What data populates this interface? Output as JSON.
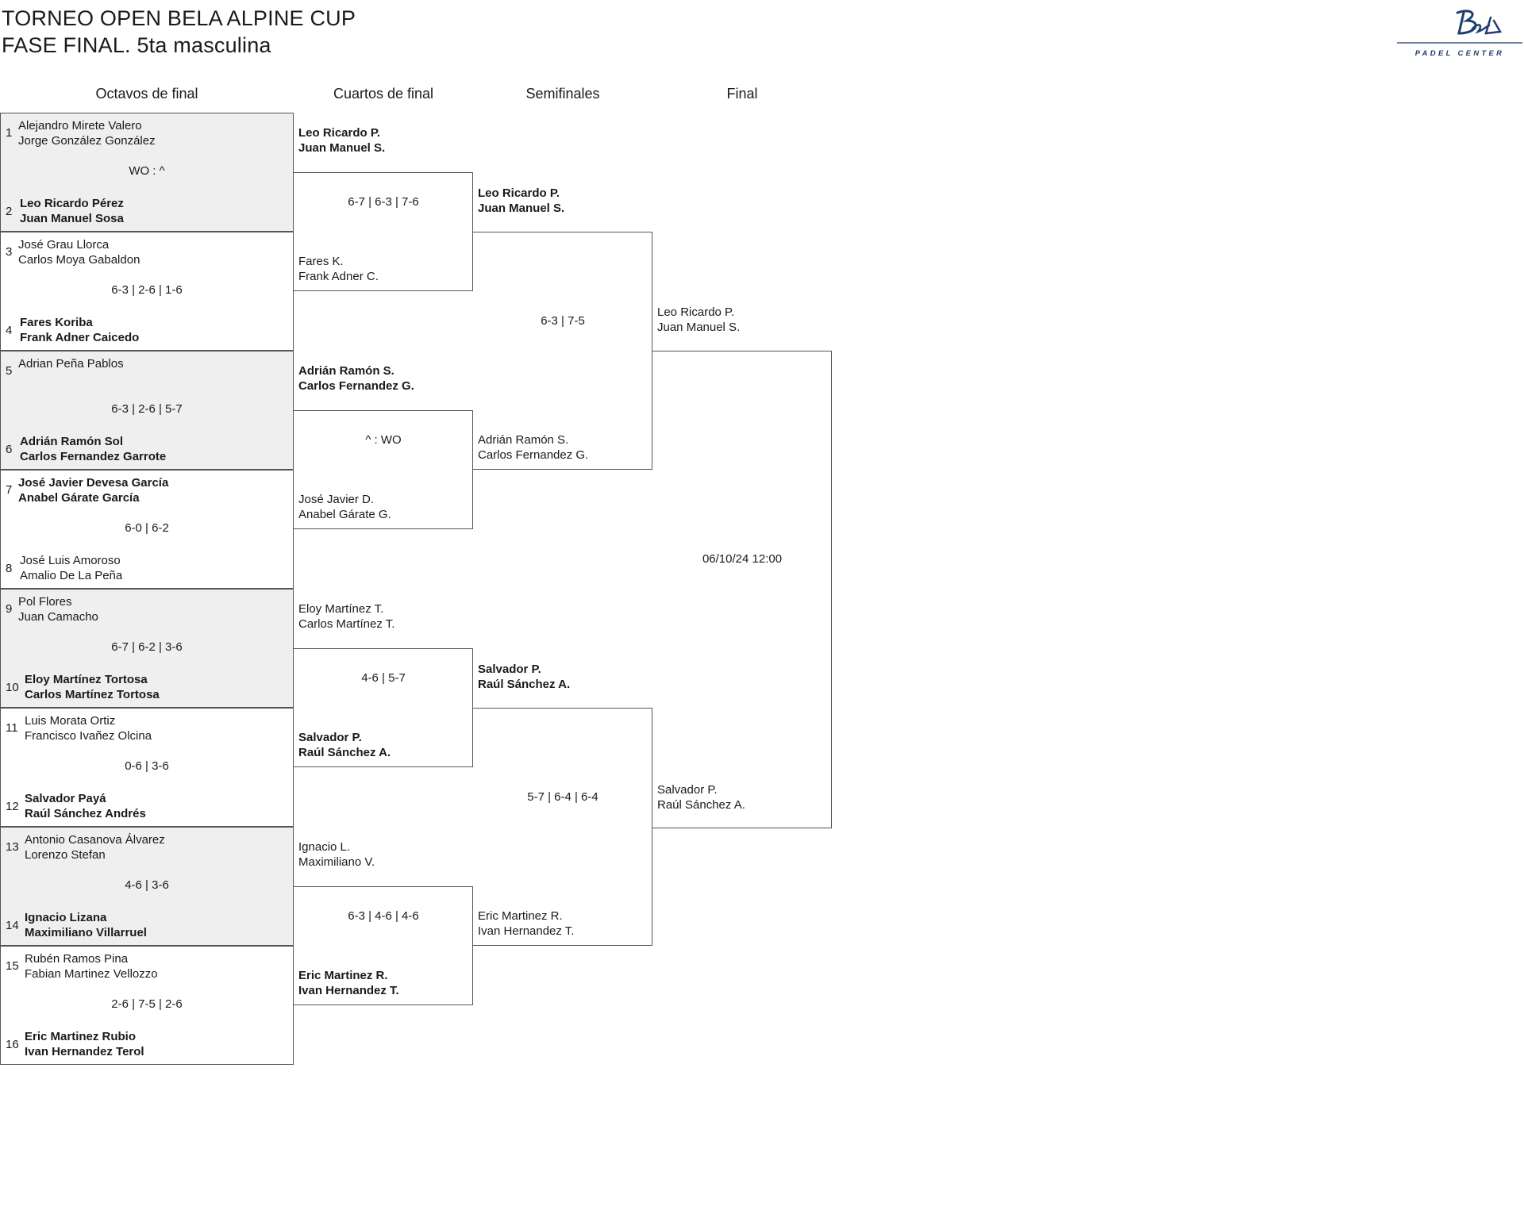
{
  "header": {
    "title_line1": "TORNEO OPEN BELA ALPINE CUP",
    "title_line2": "FASE FINAL. 5ta masculina",
    "logo_text": "PADEL CENTER",
    "logo_signature": "Bela"
  },
  "rounds": [
    "Octavos de final",
    "Cuartos de final",
    "Semifinales",
    "Final"
  ],
  "round_of_16": [
    {
      "top": {
        "seed": "1",
        "p1": "Alejandro Mirete Valero",
        "p2": "Jorge González González",
        "winner": false
      },
      "bottom": {
        "seed": "2",
        "p1": "Leo Ricardo Pérez",
        "p2": "Juan Manuel Sosa",
        "winner": true
      },
      "score": "WO : ^"
    },
    {
      "top": {
        "seed": "3",
        "p1": "José Grau Llorca",
        "p2": "Carlos Moya Gabaldon",
        "winner": false
      },
      "bottom": {
        "seed": "4",
        "p1": "Fares Koriba",
        "p2": "Frank Adner Caicedo",
        "winner": true
      },
      "score": "6-3 | 2-6 | 1-6"
    },
    {
      "top": {
        "seed": "5",
        "p1": "Adrian Peña Pablos",
        "p2": "",
        "winner": false
      },
      "bottom": {
        "seed": "6",
        "p1": "Adrián Ramón Sol",
        "p2": "Carlos Fernandez Garrote",
        "winner": true
      },
      "score": "6-3 | 2-6 | 5-7"
    },
    {
      "top": {
        "seed": "7",
        "p1": "José Javier Devesa García",
        "p2": "Anabel Gárate García",
        "winner": true
      },
      "bottom": {
        "seed": "8",
        "p1": "José Luis Amoroso",
        "p2": "Amalio De La Peña",
        "winner": false
      },
      "score": "6-0 | 6-2"
    },
    {
      "top": {
        "seed": "9",
        "p1": "Pol Flores",
        "p2": "Juan Camacho",
        "winner": false
      },
      "bottom": {
        "seed": "10",
        "p1": "Eloy Martínez Tortosa",
        "p2": "Carlos Martínez Tortosa",
        "winner": true
      },
      "score": "6-7 | 6-2 | 3-6"
    },
    {
      "top": {
        "seed": "11",
        "p1": "Luis Morata Ortiz",
        "p2": "Francisco Ivañez Olcina",
        "winner": false
      },
      "bottom": {
        "seed": "12",
        "p1": "Salvador Payá",
        "p2": "Raúl Sánchez Andrés",
        "winner": true
      },
      "score": "0-6 | 3-6"
    },
    {
      "top": {
        "seed": "13",
        "p1": "Antonio Casanova Álvarez",
        "p2": "Lorenzo Stefan",
        "winner": false
      },
      "bottom": {
        "seed": "14",
        "p1": "Ignacio Lizana",
        "p2": "Maximiliano Villarruel",
        "winner": true
      },
      "score": "4-6 | 3-6"
    },
    {
      "top": {
        "seed": "15",
        "p1": "Rubén Ramos Pina",
        "p2": "Fabian Martinez Vellozzo",
        "winner": false
      },
      "bottom": {
        "seed": "16",
        "p1": "Eric Martinez Rubio",
        "p2": "Ivan Hernandez Terol",
        "winner": true
      },
      "score": "2-6 | 7-5 | 2-6"
    }
  ],
  "quarter_finals": [
    {
      "top": {
        "p1": "Leo Ricardo P.",
        "p2": "Juan Manuel S.",
        "winner": true
      },
      "bottom": {
        "p1": "Fares K.",
        "p2": "Frank Adner C.",
        "winner": false
      },
      "score": "6-7 | 6-3 | 7-6"
    },
    {
      "top": {
        "p1": "Adrián Ramón S.",
        "p2": "Carlos Fernandez G.",
        "winner": true
      },
      "bottom": {
        "p1": "José Javier D.",
        "p2": "Anabel Gárate G.",
        "winner": false
      },
      "score": "^ : WO"
    },
    {
      "top": {
        "p1": "Eloy Martínez T.",
        "p2": "Carlos Martínez T.",
        "winner": false
      },
      "bottom": {
        "p1": "Salvador P.",
        "p2": "Raúl Sánchez A.",
        "winner": true
      },
      "score": "4-6 | 5-7"
    },
    {
      "top": {
        "p1": "Ignacio L.",
        "p2": "Maximiliano V.",
        "winner": false
      },
      "bottom": {
        "p1": "Eric Martinez R.",
        "p2": "Ivan Hernandez T.",
        "winner": true
      },
      "score": "6-3 | 4-6 | 4-6"
    }
  ],
  "semi_finals": [
    {
      "top": {
        "p1": "Leo Ricardo P.",
        "p2": "Juan Manuel S.",
        "winner": true
      },
      "bottom": {
        "p1": "Adrián Ramón S.",
        "p2": "Carlos Fernandez G.",
        "winner": false
      },
      "score": "6-3 | 7-5"
    },
    {
      "top": {
        "p1": "Salvador P.",
        "p2": "Raúl Sánchez A.",
        "winner": true
      },
      "bottom": {
        "p1": "Eric Martinez R.",
        "p2": "Ivan Hernandez T.",
        "winner": false
      },
      "score": "5-7 | 6-4 | 6-4"
    }
  ],
  "final": {
    "top": {
      "p1": "Leo Ricardo P.",
      "p2": "Juan Manuel S.",
      "winner": false
    },
    "bottom": {
      "p1": "Salvador P.",
      "p2": "Raúl Sánchez A.",
      "winner": false
    },
    "date": "06/10/24 12:00"
  }
}
